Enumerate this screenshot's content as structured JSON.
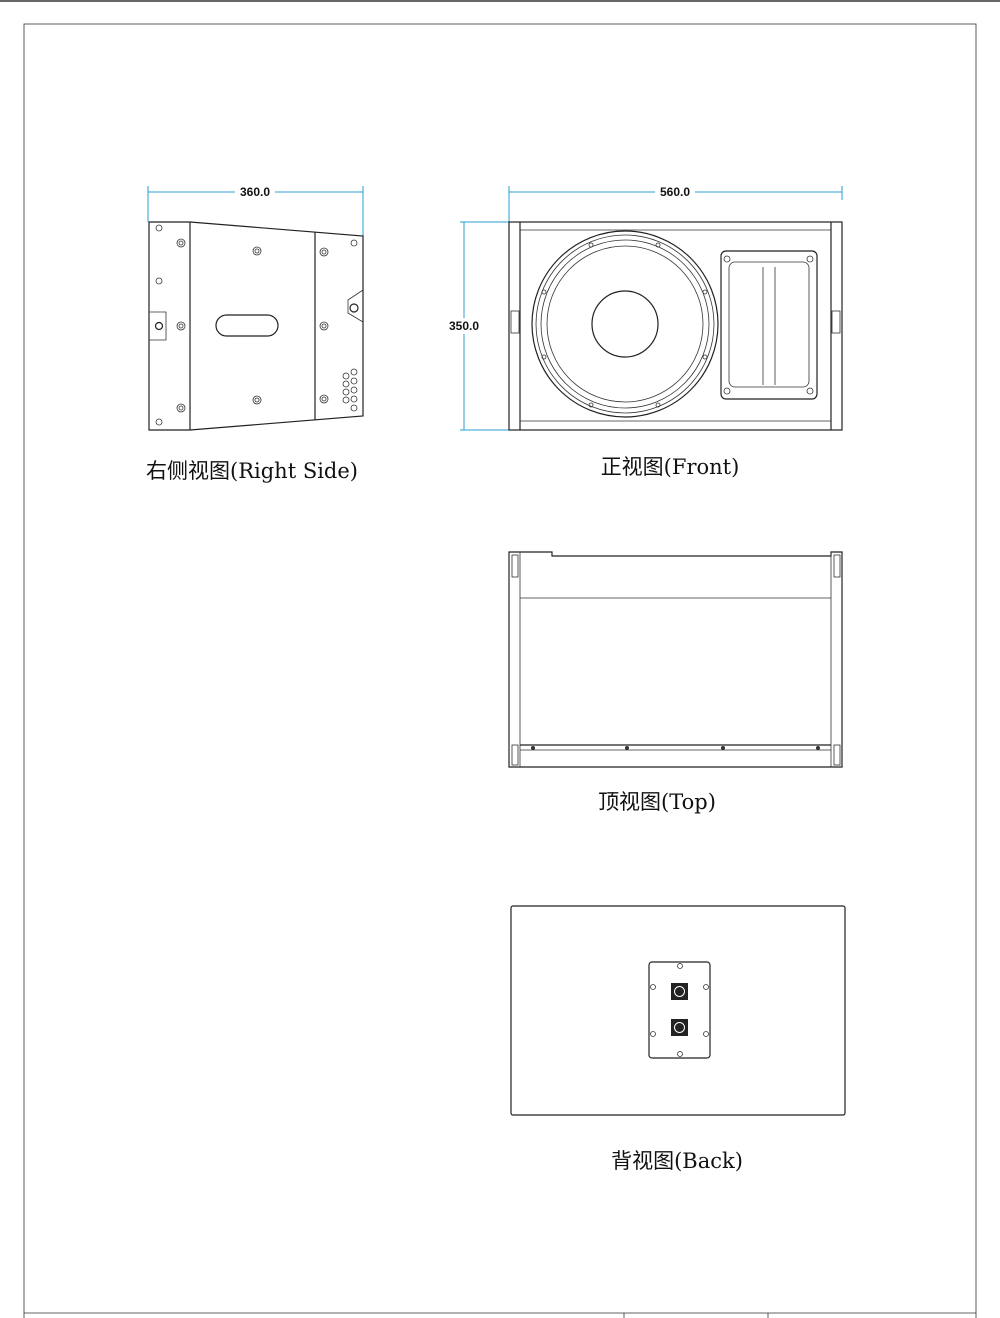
{
  "views": {
    "right_side": {
      "caption": "右侧视图(Right Side)",
      "width_dim": "360.0"
    },
    "front": {
      "caption": "正视图(Front)",
      "width_dim": "560.0",
      "height_dim": "350.0"
    },
    "top": {
      "caption": "顶视图(Top)"
    },
    "back": {
      "caption": "背视图(Back)"
    }
  },
  "colors": {
    "dimension_line": "#2a9fd6",
    "line": "#222222"
  }
}
